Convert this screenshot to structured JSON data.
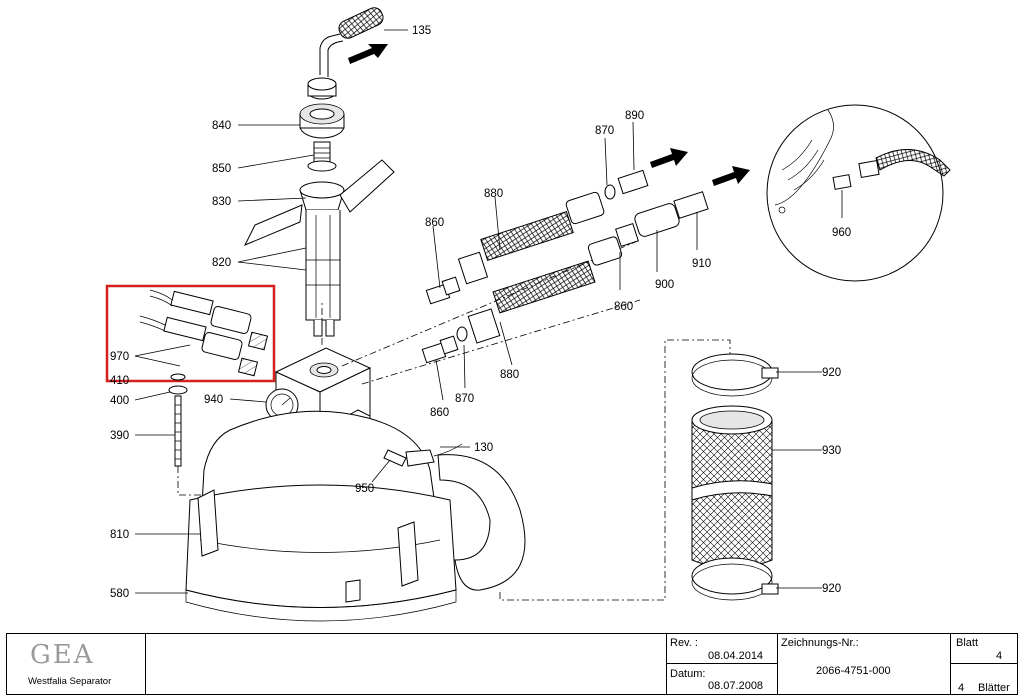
{
  "callouts": {
    "c135": "135",
    "c840": "840",
    "c850": "850",
    "c830": "830",
    "c820": "820",
    "c970": "970",
    "c410": "410",
    "c400": "400",
    "c940": "940",
    "c390": "390",
    "c810": "810",
    "c580": "580",
    "c950": "950",
    "c130": "130",
    "c860a": "860",
    "c880a": "880",
    "c870a": "870",
    "c890": "890",
    "c860b": "860",
    "c870b": "870",
    "c880b": "880",
    "c860c": "860",
    "c900": "900",
    "c910": "910",
    "c960": "960",
    "c920a": "920",
    "c930": "930",
    "c920b": "920"
  },
  "highlight_color": "#d62020",
  "title_block": {
    "logo": "GEA",
    "company": "Westfalia Separator",
    "rev_label": "Rev. :",
    "rev_date": "08.04.2014",
    "datum_label": "Datum:",
    "datum_value": "08.07.2008",
    "drawing_no_label": "Zeichnungs-Nr.:",
    "drawing_no": "2066-4751-000",
    "blatt_label": "Blatt",
    "blatt_value": "4",
    "blaetter_count": "4",
    "blaetter_label": "Blätter"
  }
}
